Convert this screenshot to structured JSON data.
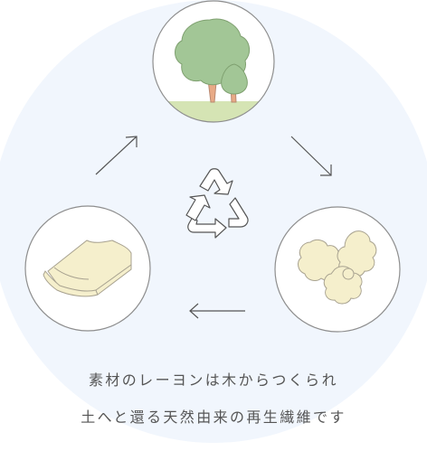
{
  "caption": {
    "line1": "素材のレーヨンは木からつくられ",
    "line2": "土へと還る天然由来の再生繊維です"
  },
  "nodes": [
    {
      "id": "tree",
      "icon": "tree-icon"
    },
    {
      "id": "fiber",
      "icon": "cotton-fiber-icon"
    },
    {
      "id": "fabric",
      "icon": "folded-fabric-icon"
    }
  ],
  "center_icon": "recycle-icon",
  "colors": {
    "background_circle": "#f1f6fd",
    "node_fill": "#ffffff",
    "node_stroke": "#8e8e8e",
    "arrow": "#555555",
    "tree_foliage": "#a2c696",
    "tree_trunk": "#e8aa86",
    "grass": "#d5e4b4",
    "fiber": "#f5efcc",
    "fabric": "#f5efcc",
    "outline": "#a8a290"
  }
}
